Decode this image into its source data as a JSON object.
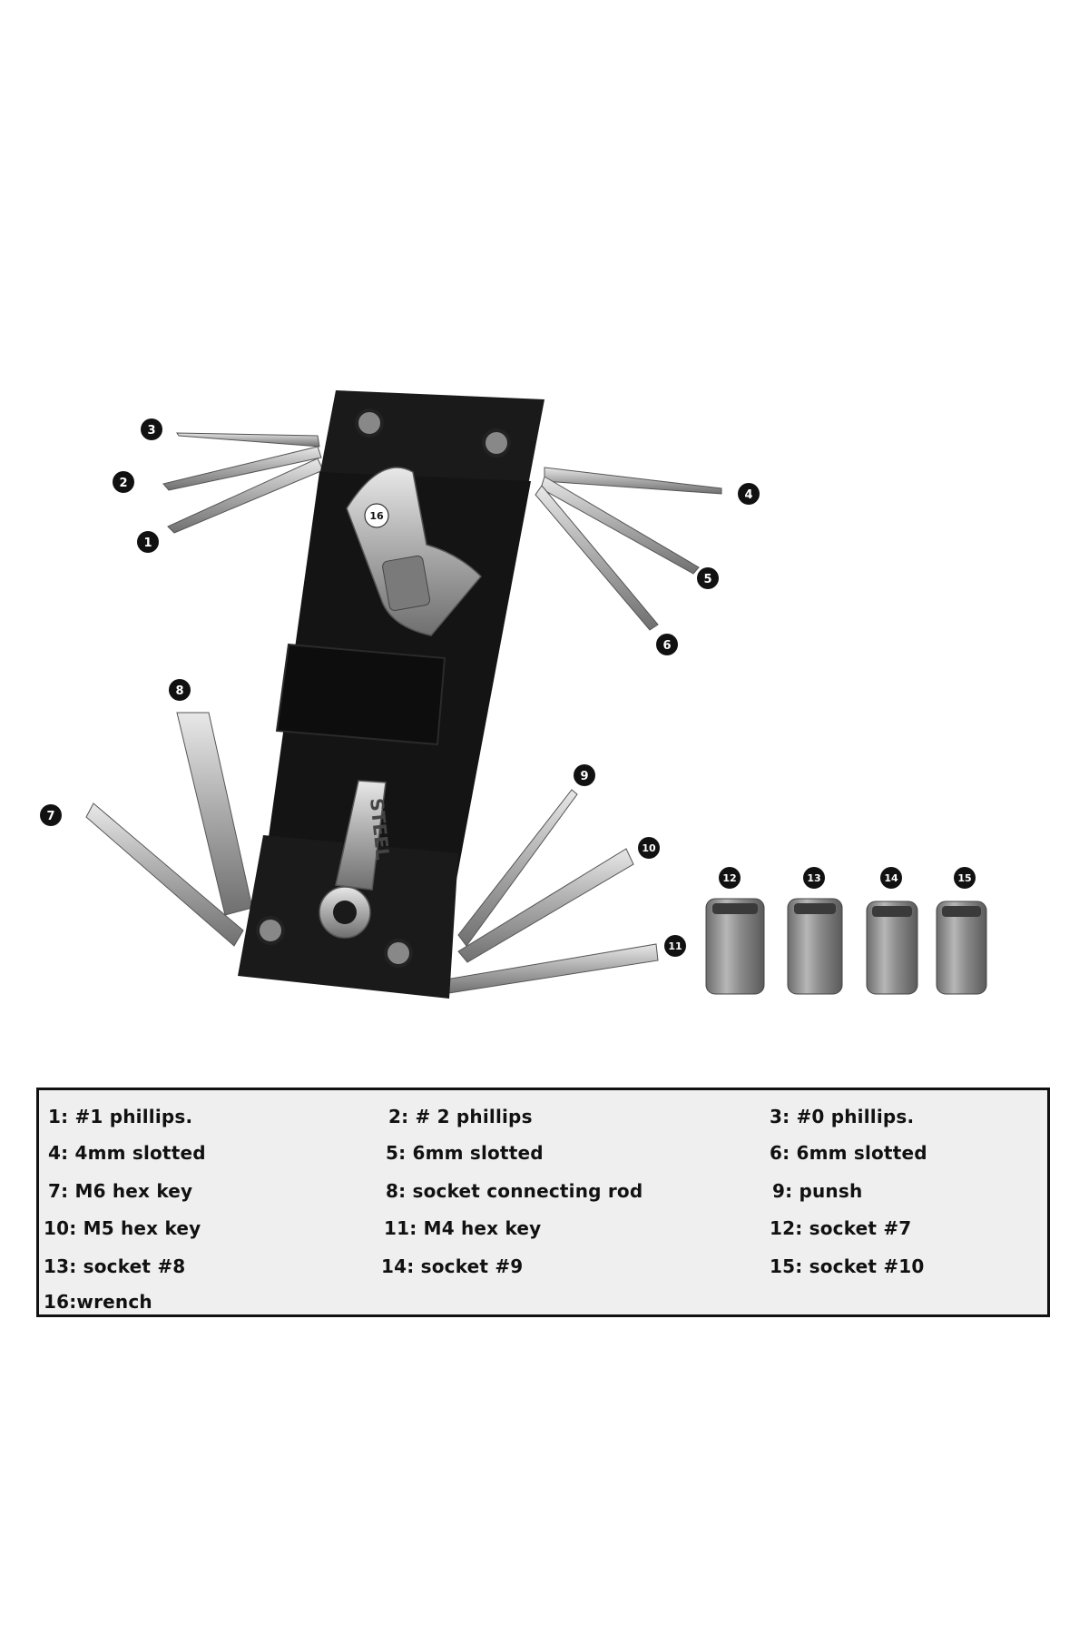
{
  "callouts": [
    "1",
    "2",
    "3",
    "4",
    "5",
    "6",
    "7",
    "8",
    "9",
    "10",
    "11",
    "12",
    "13",
    "14",
    "15",
    "16"
  ],
  "wrench_text": "STEEL",
  "legend": [
    "1: #1 phillips.",
    "2: # 2 phillips",
    "3: #0 phillips.",
    "4: 4mm slotted",
    "5: 6mm slotted",
    "6: 6mm slotted",
    "7: M6 hex key",
    "8: socket  connecting rod",
    "9: punsh",
    "10: M5 hex key",
    "11: M4 hex key",
    "12: socket #7",
    "13: socket #8",
    "14: socket #9",
    "15: socket #10",
    "16:wrench"
  ],
  "colors": {
    "tool_body": "#141414",
    "steel": "#b9b9b9",
    "legend_bg": "#efefef",
    "border": "#111111"
  }
}
